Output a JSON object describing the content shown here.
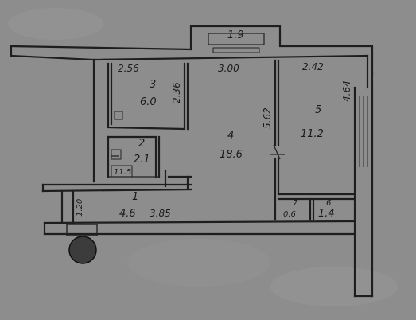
{
  "plan": {
    "balcony": {
      "area": "1.9"
    },
    "dimensions": {
      "top_left": "2.56",
      "top_mid": "3.00",
      "top_right": "2.42",
      "right_side": "4.64",
      "room3_side": "2.36",
      "room4_side": "5.62",
      "hall_left": "1.20",
      "hall_bottom": "3.85"
    },
    "rooms": [
      {
        "num": "1",
        "area": "4.6"
      },
      {
        "num": "2",
        "area": "2.1"
      },
      {
        "num": "3",
        "area": "6.0"
      },
      {
        "num": "4",
        "area": "18.6"
      },
      {
        "num": "5",
        "area": "11.2"
      },
      {
        "num": "6",
        "area": "1.4"
      },
      {
        "num": "7",
        "area": "0.6"
      }
    ],
    "small_label": "11.5"
  },
  "colors": {
    "paper": "#8d8d8d",
    "ink": "#1e1e1e",
    "column": "#3c3c3c"
  }
}
